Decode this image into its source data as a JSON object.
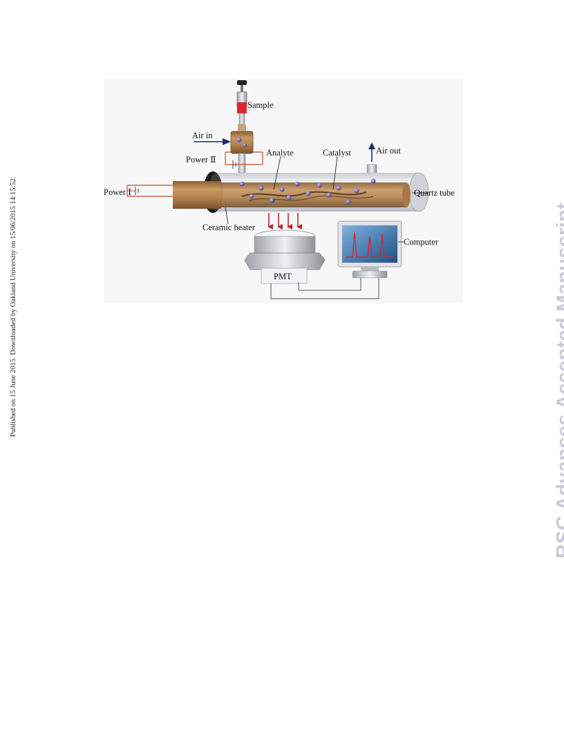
{
  "margin_note": "Published on 15 June 2015. Downloaded by Oakland University on 15/06/2015 14:15:52.",
  "watermark": "RSC Advances Accepted Manuscript",
  "figure": {
    "labels": {
      "sample": "Sample",
      "air_in": "Air in",
      "power_2": "Power Ⅱ",
      "analyte": "Analyte",
      "catalyst": "Catalyst",
      "air_out": "Air out",
      "power_1": "Power Ⅰ",
      "quartz_tube": "Quartz tube",
      "ceramic_heater": "Ceramic heater",
      "computer": "Computer",
      "pmt": "PMT"
    },
    "colors": {
      "heater": "#b98a55",
      "tube_glass": "#e4e6ea",
      "arrows": "#c0272d",
      "molecule": "#5a52a0",
      "monitor_screen": "#3a6aa0",
      "peak": "#cc2d2d"
    }
  }
}
